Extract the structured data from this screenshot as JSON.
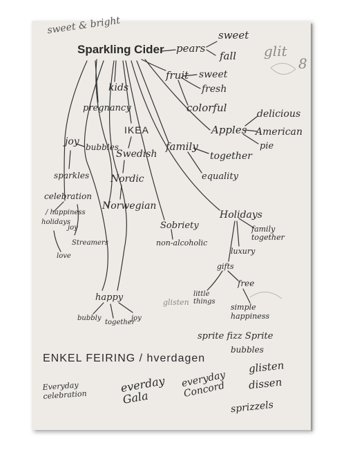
{
  "notes": {
    "top_note": "sweet & bright",
    "center": "Sparkling Cider",
    "pears_branch": {
      "label": "pears",
      "children": [
        "sweet",
        "fall"
      ]
    },
    "fruit_branch": {
      "label": "fruit",
      "children": [
        "sweet",
        "fresh",
        "colorful"
      ]
    },
    "apples_branch": {
      "label": "Apples",
      "children": [
        "delicious",
        "American",
        "pie"
      ]
    },
    "family_branch": {
      "label": "family",
      "children": [
        "together",
        "equality"
      ]
    },
    "ikea_branch": {
      "label": "IKEA",
      "children": [
        "Swedish",
        "Nordic",
        "Norwegian"
      ]
    },
    "kids": "kids",
    "pregnancy": "pregnancy",
    "joy_branch": {
      "joy": "joy",
      "bubbles": "bubbles",
      "sparkles": "sparkles"
    },
    "celebration_branch": {
      "label": "celebration",
      "items": [
        "/ happiness",
        "holidays",
        "joy",
        "Streamers",
        "love"
      ]
    },
    "sobriety": "Sobriety",
    "non_alcoholic": "non-alcoholic",
    "holidays_branch": {
      "label": "Holidays",
      "family_together": "family together",
      "luxury": "luxury"
    },
    "gifts_branch": {
      "label": "gifts",
      "little_things": "little things",
      "free": "free",
      "simple_happiness": "simple happiness"
    },
    "happy_branch": {
      "label": "happy",
      "children": [
        "bubbly",
        "together",
        "joy"
      ]
    },
    "sprite_line": "sprite fizz Sprite",
    "bubbles2": "bubbles",
    "headline": "ENKEL FEIRING / hverdagen",
    "everyday_celebration": "Everyday celebration",
    "everyday_gala": "everday Gala",
    "everyday_concord": "everyday Concord",
    "glisten": "glisten",
    "dissen": "dissen",
    "sprizzels": "sprizzels",
    "show_through": {
      "glitch": "glit",
      "n8": "8",
      "glisten_back": "glisten"
    }
  }
}
